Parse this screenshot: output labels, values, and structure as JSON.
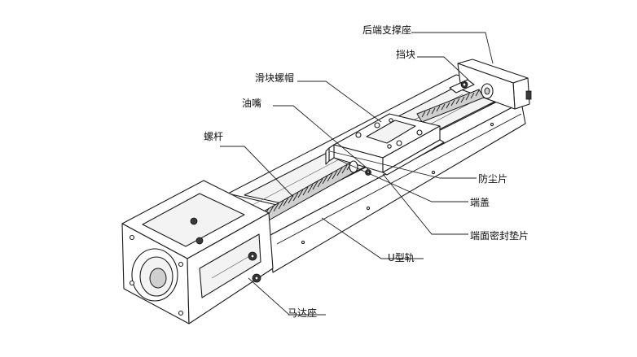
{
  "labels": {
    "rear_support": "后端支撑座",
    "stop_block": "挡块",
    "slider_nut": "滑块螺帽",
    "oil_nozzle": "油嘴",
    "screw_rod": "螺杆",
    "dust_plate": "防尘片",
    "end_cap": "端盖",
    "end_seal_gasket": "端面密封垫片",
    "u_rail": "U型轨",
    "motor_seat": "马达座"
  }
}
